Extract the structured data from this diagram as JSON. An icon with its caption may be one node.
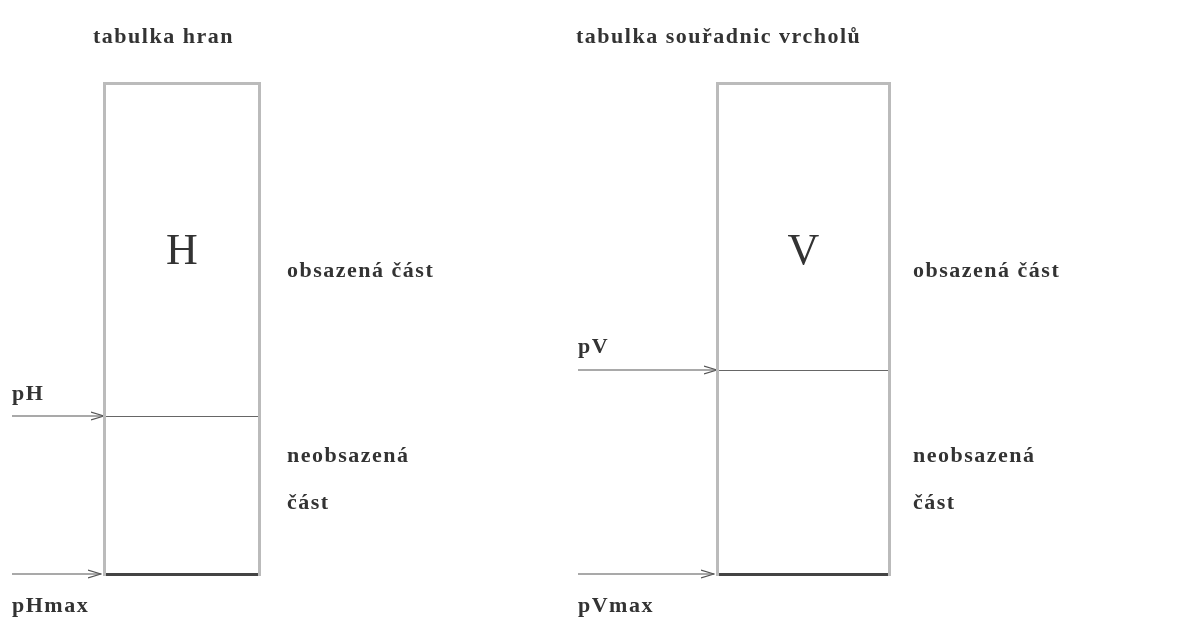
{
  "diagram": {
    "nodes": [
      {
        "text": [
          "tabulka hran"
        ]
      },
      {
        "text": [
          "H"
        ],
        "in": 0
      },
      {
        "text": [],
        "shape": "box",
        "in": 0
      },
      {
        "text": [
          "pH"
        ]
      },
      {
        "text": [
          "pHmax"
        ]
      },
      {
        "text": [
          "tabulka souřadnic vrcholů"
        ]
      },
      {
        "text": [
          "V"
        ],
        "in": 5
      },
      {
        "text": [],
        "shape": "box",
        "in": 5
      },
      {
        "text": [
          "pV"
        ]
      },
      {
        "text": [
          "pVmax"
        ]
      }
    ],
    "edges": [
      {
        "from": 3,
        "to": 2,
        "arrow": "to"
      },
      {
        "from": 4,
        "to": 0,
        "arrow": "to"
      },
      {
        "from": 8,
        "to": 7,
        "arrow": "to"
      },
      {
        "from": 9,
        "to": 5,
        "arrow": "to"
      }
    ],
    "labels": [
      "obsazená část",
      "neobsazená část",
      "obsazená část",
      "neobsazená část"
    ]
  }
}
